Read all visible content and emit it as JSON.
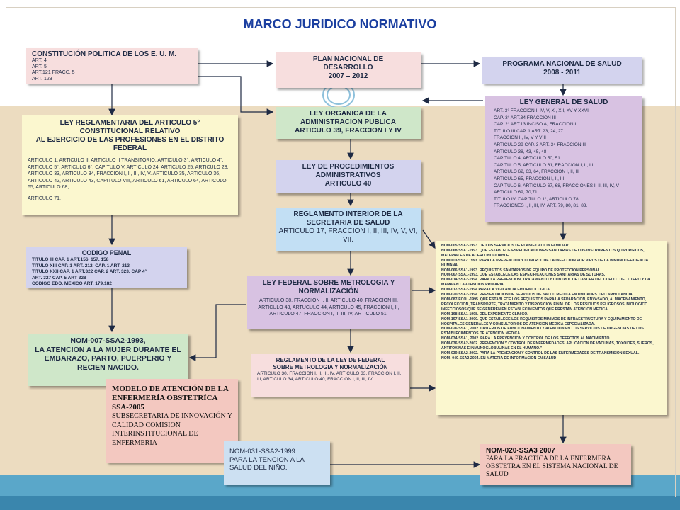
{
  "title": "MARCO JURIDICO NORMATIVO",
  "constitucion": {
    "title": "CONSTITUCIÓN POLITICA DE LOS E. U. M.",
    "items": [
      "ART. 4",
      "ART. 5",
      "ART.121  FRACC. 5",
      "ART. 123"
    ]
  },
  "plan": {
    "l1": "PLAN NACIONAL DE",
    "l2": "DESARROLLO",
    "l3": "2007 – 2012"
  },
  "programa": {
    "l1": "PROGRAMA NACIONAL DE SALUD",
    "l2": "2008 - 2011"
  },
  "ley_reglamentaria": {
    "title": "LEY REGLAMENTARIA DEL ARTICULO 5° CONSTITUCIONAL RELATIVO\nAL EJERCICIO DE LAS PROFESIONES EN EL DISTRITO FEDERAL",
    "body": "ARTICULO 1,  ARTICULO II, ARTICULO II TRANSITORIO, ARTICULO 3°, ARTICULO 4°, ARTICULO 5°, ARTICULO 6°. CAPITULO V, ARTICULO 24, ARTICULO 25, ARTICULO 28, ARTICULO 33, ARTICULO 34, FRACCION I, II, III, IV, V. ARTICULO 35, ARTICULO 36, ARTICULO 42, ARTICULO 43, CAPITULO VIII, ARTICULO 61, ARTICULO 64, ARTICULO 65, ARTICULO 68,",
    "body2": "ARTICULO 71."
  },
  "ley_organica": {
    "l1": "LEY   ORGANICA DE LA",
    "l2": "ADMINISTRACION PUBLICA",
    "l3": "ARTICULO 39, FRACCION I Y IV"
  },
  "ley_general": {
    "title": "LEY GENERAL DE SALUD",
    "lines": [
      "ART. 3° FRACCION I, IV, V, XI, XII, XV Y XXVI",
      "CAP. 3° ART.34  FRACCION III",
      "CAP. 2° ART.13 INCISO A, FRACCION I",
      "TITULO III CAP. 1  ART. 23, 24, 27",
      "FRACCION I , IV, V Y VIII",
      "ARTICULO 29 CAP. 3 ART. 34  FRACCION III",
      "ARTICULO 38, 43, 45, 48",
      "CAPITULO 4, ARTICULO  50, 51",
      "CAPITULO 5, ARTICULO  61, FRACCION  I, II, III",
      "ARTICULO 62, 63, 64,  FRACCION I, II, III",
      "ARTICULO 65, FRACCION  I, II, III",
      "CAPITULO 6, ARTICULO 67, 68, FRACCIONES I, II, III, IV, V",
      "ARTICULO 69, 70,71",
      "TITULO IV, CAPITULO 1°, ARTICULO 78,",
      "FRACCIONES I, II, III, IV, ART. 79, 80, 81, 83."
    ]
  },
  "ley_procedimiento": {
    "l1": "LEY DE PROCEDIMIENTOS",
    "l2": "ADMINISTRATIVOS",
    "l3": "ARTICULO 40"
  },
  "reglamento_interior": {
    "l1": "REGLAMENTO INTERIOR DE LA",
    "l2": "SECRETARIA DE SALUD",
    "l3": "ARTICULO 17, FRACCION I, II, III, IV, V, VI, VII."
  },
  "codigo_penal": {
    "title": "CODIGO PENAL",
    "lines": [
      "TITULO III CAP. 1  ART.156,  157,  158",
      "TITULO XIII CAP. 1  ART. 212,  CAP. 1  ART. 213",
      "TITULO XXII CAP. 1  ART.322  CAP. 2  ART. 323,  CAP 4°",
      "ART. 327  CAP. 5 ART 328",
      "CODIGO EDO. MEXICO ART. 179,182"
    ]
  },
  "ley_metrologia": {
    "title": "LEY FEDERAL SOBRE METROLOGIA Y NORMALIZACIÓN",
    "body": "ARTICULO 38, FRACCION I, II, ARTICULO 40, FRACCION III, ARTICULO 43, ARTUCULO 44, ARTICULO 45, FRACCION I, II, ARTICULO 47, FRACCION I, II, III, IV, ARTICULO 51."
  },
  "noms": [
    "NOM-005-SSA2-1993. DE LOS SERVICIOS DE PLANIFICACION FAMILIAR.",
    "NOM-068-SSA1-1993. QUE ESTABLECE ESPECIFICACIONES SANITARIAS DE LOS INSTRUMENTOS QUIRURGICOS, MATERIALES DE ACERO INOXIDABLE.",
    "NOM 010-SSA2 1993. PARA LA PREVENCION Y CONTROL DE LA INFECCION POR VIRUS DE LA INMUNODEFICIENCIA HUMANA.",
    "NOM-066-SSA1-1993. REQUISITOS SANITARIOS DE EQUIPO DE PROTECCION PERSONAL.",
    "NOM-067-SSA1-1993. QUE ESTABLECE LAS ESPECIFICACIONES SANITARIAS DE SUTURAS.",
    "NOM-014-SSA2-1994. PARA LA PREVENCION, TRATAMIENTO Y CONTROL DE CANCER DEL CUELLO DEL UTERO Y LA MAMA EN LA ATENCION PRIMARIA.",
    "NOM-017-SSA2-1994 PARA LA VIGILANCIA EPIDEMIOLOGICA.",
    "NOM-020-SSA2-1994. PRESENTACION DE SERVICIOS DE SALUD MEDICA EN UNIDADES TIPO AMBULANCIA.",
    "NOM-087-ECOL-1995. QUE ESTABLECE LOS REQUISITOS PARA LA SEPARACION, ENVASADO, ALMACENAMIENTO, RECOLECCION, TRANSPORTE, TRATAMIENTO Y DISPOSICION FINAL DE LOS RESIDUOS PELIGROSOS, BIOLOGICO INFECCIOSOS QUE SE GENEREN EN ESTABLECIMIENTOS QUE PRESTAN ATENCION  MEDICA.",
    "NOM-168-SSA1-1998. DEL EXPEDIENTE CLINICO.",
    "NOM-197-SSA1-2000. QUE ESTABLECE LOS REQUISITOS MINIMOS DE INFRAESTRUCTURA Y EQUIPAMIENTO DE HOSPITALES  GENERALES Y CONSULTORIOS DE ATENCION MEDICA ESPECIALIZADA.",
    "NOM-026-SSA1, 2002. CRITERIOS DE FUNCIONAMIENTO Y ATENCION EN LOS SERVICIOS DE URGENCIAS DE LOS ESTABLECIMIENTOS DE ATENCION MEDICA.",
    "NOM-034-SSA1, 2002. PARA LA PREVENCION Y CONTROL DE LOS DEFECTOS AL NACIMIENTO.",
    "NOM-036-SSA2-2002. PREVENCION Y CONTROL DE ENFERMEDADES. APLICACIÓN DE VACUNAS, TOXOIDES, SUEROS, ANTITOXINAS E INMUNOGLOBULINAS EN EL HUMANO.\"",
    "NOM-039-SSA2-2002. PARA LA PREVENCION Y CONTROL DE LAS ENFERMEDADES DE TRANSMISION SEXUAL.",
    "NOM- 040-SSA2-2004. EN MATERIA DE INFORMACION EN SALUD"
  ],
  "nom007": {
    "l1": "NOM-007-SSA2-1993,",
    "l2": "LA ATENCION A LA MUJER DURANTE EL EMBARAZO, PARTO, PUERPERIO Y RECIEN NACIDO."
  },
  "reglamento_ley": {
    "l1": "REGLAMENTO DE LA LEY DE FEDERAL",
    "l2": "SOBRE METROLOGIA Y NORMALIZACIÓN",
    "body": "ARTICULO 30, FRACCION I, II, III, IV, ARTICULO 33, FRACCION I, II, III,  ARTICULO 34, ARTICULO 40, FRACCION I, II, III, IV"
  },
  "modelo": {
    "title": "MODELO DE ATENCIÓN DE LA ENFERMERÍA OBSTETRÍCA SSA-2005",
    "body": "SUBSECRETARIA DE INNOVACIÓN Y CALIDAD COMISION INTERINSTITUCIONAL DE ENFERMERIA"
  },
  "nom031": {
    "l1": "NOM-031-SSA2-1999.",
    "l2": "PARA LA TENCION A LA SALUD DEL NIÑO."
  },
  "nom020": {
    "l1": "NOM-020-SSA3 2007",
    "l2": "PARA LA PRACTICA DE LA ENFERMERA OBSTETRA EN EL SISTEMA NACIONAL DE SALUD"
  },
  "colors": {
    "title": "#1b3fa0",
    "pink": "#f7dede",
    "yellow": "#fbf7cf",
    "blue": "#c2dff4",
    "purple": "#d8c2e2",
    "lavender": "#d3d3ee",
    "green": "#cfe7c9",
    "salmon": "#f3c8c0",
    "lightblue": "#cce0f2"
  }
}
